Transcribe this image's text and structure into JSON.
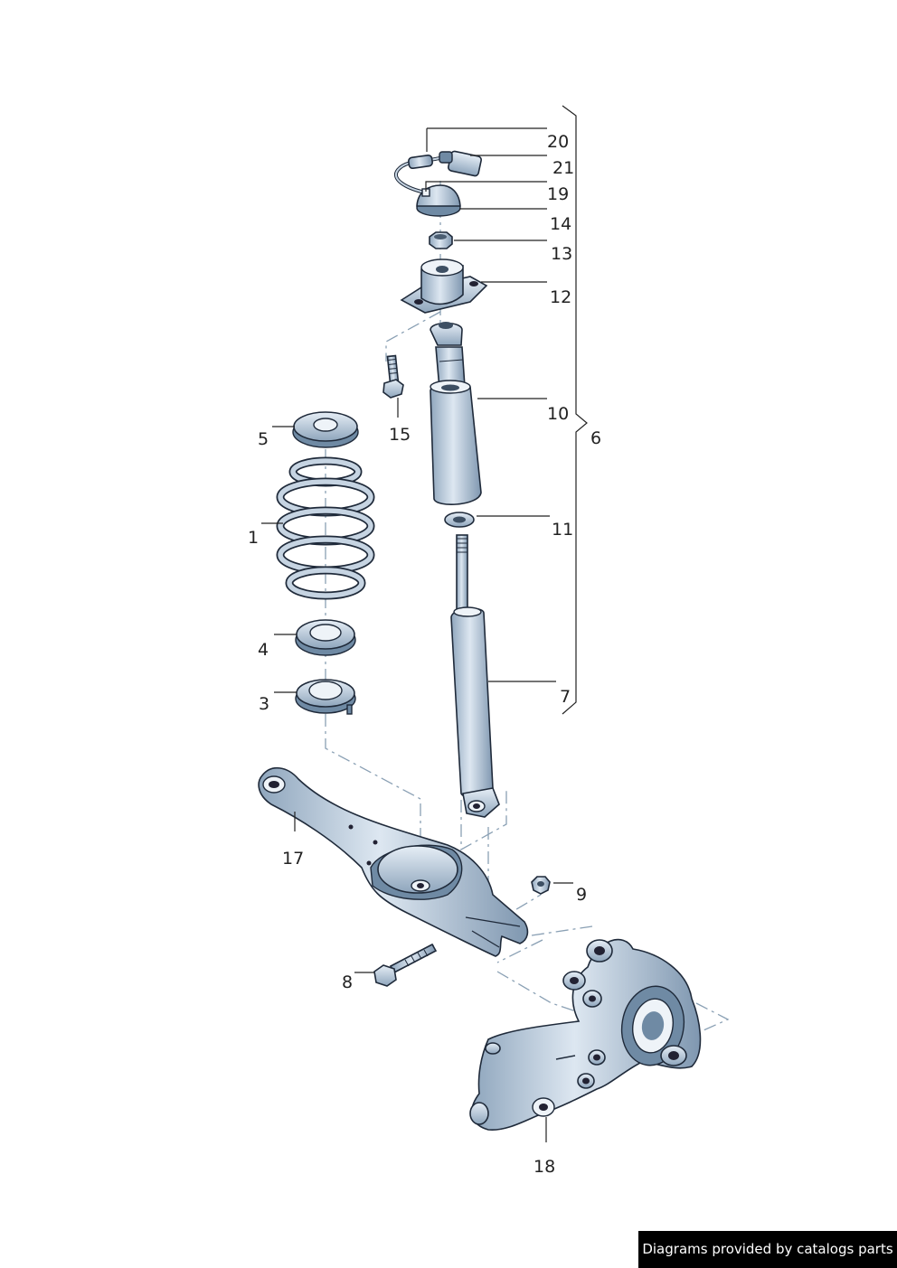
{
  "credit": "Diagrams provided by catalogs parts",
  "labels": {
    "p1": "1",
    "p3": "3",
    "p4": "4",
    "p5": "5",
    "p6": "6",
    "p7": "7",
    "p8": "8",
    "p9": "9",
    "p10": "10",
    "p11": "11",
    "p12": "12",
    "p13": "13",
    "p14": "14",
    "p15": "15",
    "p17": "17",
    "p18": "18",
    "p19": "19",
    "p20": "20",
    "p21": "21"
  }
}
